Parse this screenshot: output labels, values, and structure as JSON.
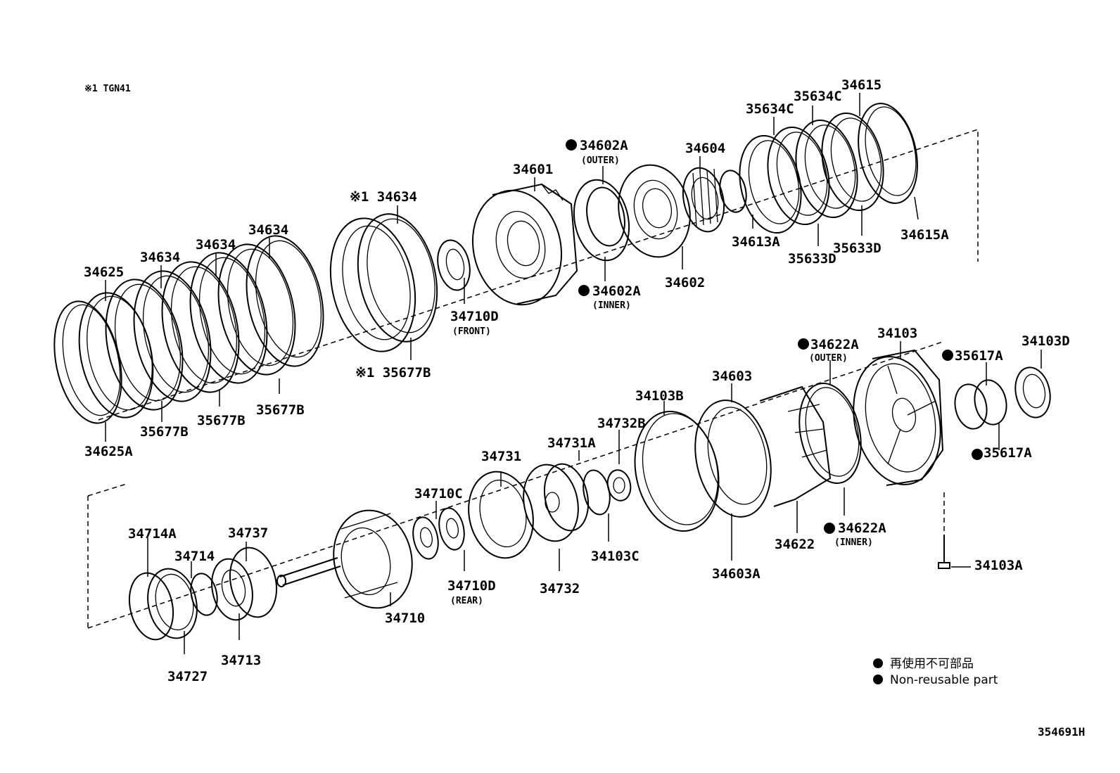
{
  "note": "※1 TGN41",
  "labels": {
    "l34625": "34625",
    "l34625A": "34625A",
    "l34634_a": "34634",
    "l34634_b": "34634",
    "l34634_c": "34634",
    "l34634_d": "※1 34634",
    "l35677B_a": "35677B",
    "l35677B_b": "35677B",
    "l35677B_c": "35677B",
    "l35677B_d": "※1 35677B",
    "l34710D_front": "34710D",
    "l34710D_front_sub": "(FRONT)",
    "l34601": "34601",
    "l34602A_outer": "34602A",
    "l34602A_outer_sub": "(OUTER)",
    "l34602A_inner": "34602A",
    "l34602A_inner_sub": "(INNER)",
    "l34604": "34604",
    "l34602": "34602",
    "l34613A": "34613A",
    "l35634C_a": "35634C",
    "l35634C_b": "35634C",
    "l34615": "34615",
    "l35633D_a": "35633D",
    "l35633D_b": "35633D",
    "l34615A": "34615A",
    "l34622A_outer": "34622A",
    "l34622A_outer_sub": "(OUTER)",
    "l34103": "34103",
    "l35617A_a": "35617A",
    "l34103D": "34103D",
    "l34603": "34603",
    "l34103B": "34103B",
    "l34732B": "34732B",
    "l34731A": "34731A",
    "l34731": "34731",
    "l34710C": "34710C",
    "l35617A_b": "35617A",
    "l34622A_inner": "34622A",
    "l34622A_inner_sub": "(INNER)",
    "l34622": "34622",
    "l34603A": "34603A",
    "l34103C": "34103C",
    "l34732": "34732",
    "l34710D_rear": "34710D",
    "l34710D_rear_sub": "(REAR)",
    "l34710": "34710",
    "l34714A": "34714A",
    "l34737": "34737",
    "l34714": "34714",
    "l34713": "34713",
    "l34727": "34727",
    "l34103A": "34103A"
  },
  "legend": {
    "jp": "再使用不可部品",
    "en": "Non-reusable part"
  },
  "diagram_id": "354691H"
}
